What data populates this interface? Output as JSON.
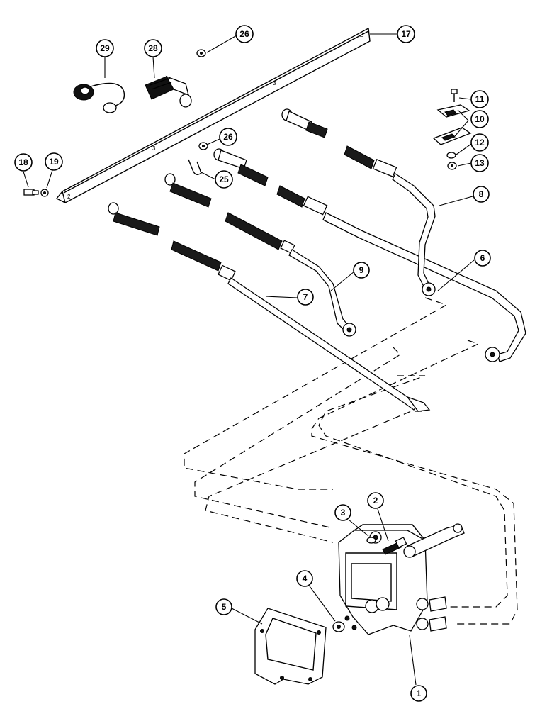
{
  "diagram": {
    "callouts": [
      {
        "label": "1"
      },
      {
        "label": "2"
      },
      {
        "label": "3"
      },
      {
        "label": "4"
      },
      {
        "label": "5"
      },
      {
        "label": "6"
      },
      {
        "label": "7"
      },
      {
        "label": "8"
      },
      {
        "label": "9"
      },
      {
        "label": "10"
      },
      {
        "label": "11"
      },
      {
        "label": "12"
      },
      {
        "label": "13"
      },
      {
        "label": "17"
      },
      {
        "label": "18"
      },
      {
        "label": "19"
      },
      {
        "label": "25"
      },
      {
        "label": "26"
      },
      {
        "label": "26"
      },
      {
        "label": "28"
      },
      {
        "label": "29"
      }
    ],
    "bracket_marks": [
      "2",
      "3",
      "3",
      "2"
    ]
  }
}
